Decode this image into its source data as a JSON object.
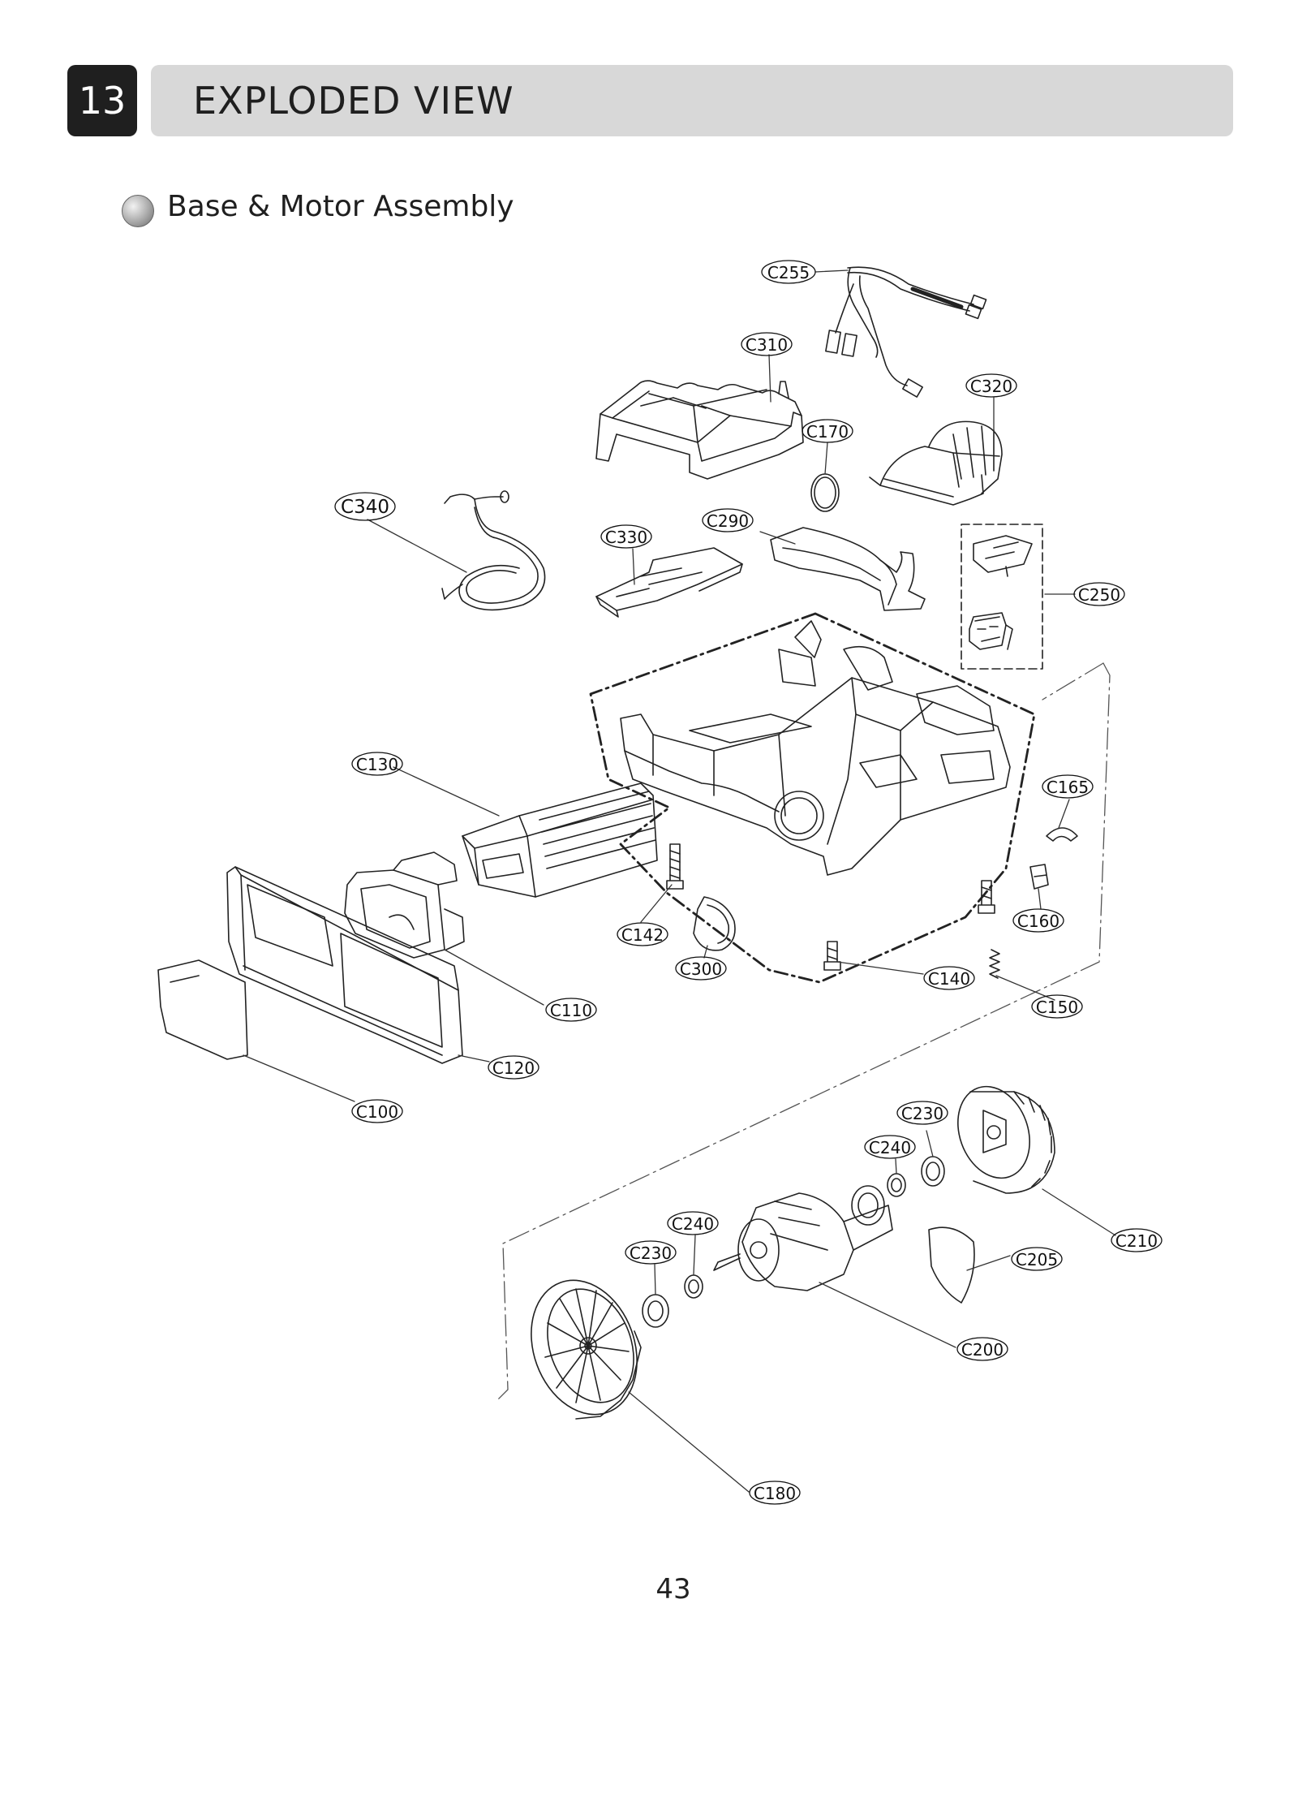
{
  "header": {
    "section_number": "13",
    "title": "EXPLODED VIEW"
  },
  "subtitle": "Base & Motor Assembly",
  "page_number": "43",
  "callouts": {
    "c255": "C255",
    "c310": "C310",
    "c320": "C320",
    "c170": "C170",
    "c340": "C340",
    "c330": "C330",
    "c290": "C290",
    "c250": "C250",
    "c130": "C130",
    "c165": "C165",
    "c142": "C142",
    "c160": "C160",
    "c300": "C300",
    "c140": "C140",
    "c150": "C150",
    "c110": "C110",
    "c120": "C120",
    "c100": "C100",
    "c230a": "C230",
    "c240a": "C240",
    "c210": "C210",
    "c205": "C205",
    "c240b": "C240",
    "c230b": "C230",
    "c200": "C200",
    "c180": "C180"
  }
}
